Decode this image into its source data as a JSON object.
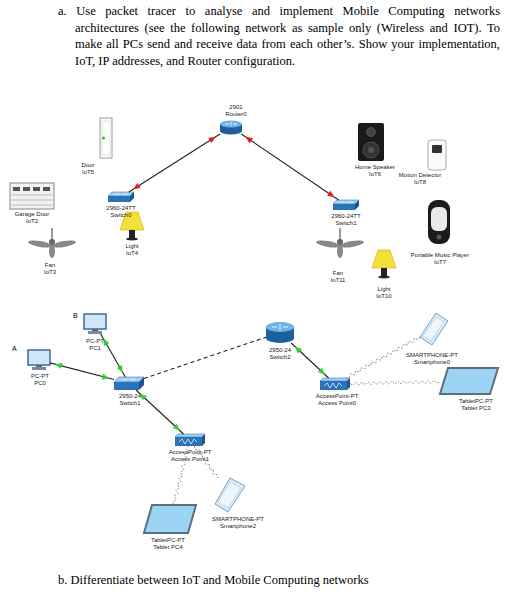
{
  "diagram": {
    "nodes": [
      {
        "text": [
          "2901",
          "Router0"
        ]
      },
      {
        "text": [
          "Door",
          "IoT5"
        ]
      },
      {
        "text": [
          "Home Speaker",
          "IoT6"
        ]
      },
      {
        "text": [
          "Motion Detector",
          "IoT8"
        ]
      },
      {
        "text": [
          "Garage Door",
          "IoT2"
        ]
      },
      {
        "text": [
          "2960-24TT",
          "Switch0"
        ]
      },
      {
        "text": [
          "2960-24TT",
          "Switch1"
        ]
      },
      {
        "text": [
          "Light",
          "IoT4"
        ]
      },
      {
        "text": [
          "Fan",
          "IoT3"
        ]
      },
      {
        "text": [
          "Fan",
          "IoT11"
        ]
      },
      {
        "text": [
          "Portable Music Player",
          "IoT7"
        ]
      },
      {
        "text": [
          "Light",
          "IoT10"
        ]
      },
      {
        "text": [
          "PC-PT",
          "PC1"
        ]
      },
      {
        "text": [
          "2950-24",
          "Switch2"
        ]
      },
      {
        "text": [
          "SMARTPHONE-PT",
          "Smartphone0"
        ]
      },
      {
        "text": [
          "PC-PT",
          "PC0"
        ]
      },
      {
        "text": [
          "2950-24",
          "Switch1"
        ]
      },
      {
        "text": [
          "AccessPoint-PT",
          "Access Point0"
        ]
      },
      {
        "text": [
          "TabletPC-PT",
          "Tablet PC3"
        ]
      },
      {
        "text": [
          "AccessPoint-PT",
          "Access Point1"
        ]
      },
      {
        "text": [
          "TabletPC-PT",
          "Tablet PC4"
        ]
      },
      {
        "text": [
          "SMARTPHONE-PT",
          "Smartphone2"
        ]
      }
    ],
    "edges": [
      {
        "from": 5,
        "to": 0,
        "arrow": "both"
      },
      {
        "from": 0,
        "to": 6,
        "arrow": "both"
      },
      {
        "from": 12,
        "to": 16,
        "arrow": "both"
      },
      {
        "from": 15,
        "to": 16,
        "arrow": "both"
      },
      {
        "from": 16,
        "to": 13,
        "arrow": "none"
      },
      {
        "from": 16,
        "to": 19,
        "arrow": "both"
      },
      {
        "from": 13,
        "to": 17,
        "arrow": "both"
      },
      {
        "from": 17,
        "to": 14,
        "arrow": "none"
      },
      {
        "from": 17,
        "to": 18,
        "arrow": "none"
      },
      {
        "from": 19,
        "to": 20,
        "arrow": "none"
      },
      {
        "from": 19,
        "to": 21,
        "arrow": "none"
      }
    ],
    "labels": [
      "a. Use packet tracer to analyse and implement Mobile Computing networks architectures (see the following network as sample only (Wireless and IOT). To make all PCs send and receive data from each other’s. Show your implementation, IoT, IP addresses, and Router configuration.",
      "B",
      "A",
      "b. Differentiate between IoT and Mobile Computing networks"
    ]
  }
}
